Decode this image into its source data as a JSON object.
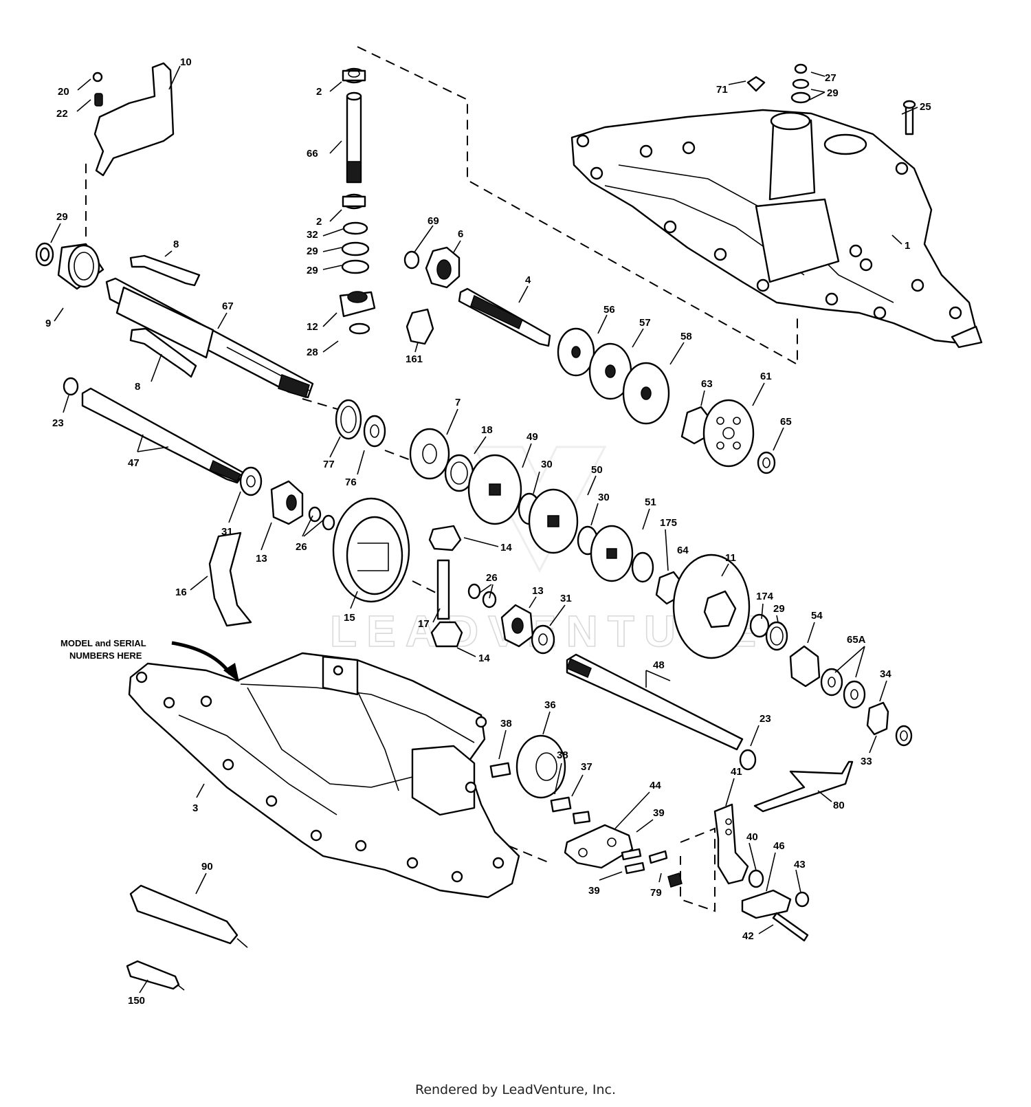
{
  "diagram": {
    "watermark": "LEADVENTURE",
    "note_line1": "MODEL and SERIAL",
    "note_line2": "NUMBERS HERE",
    "icons": [
      "watermark-logo-icon",
      "arrow-icon"
    ],
    "callouts": [
      "1",
      "2",
      "2",
      "3",
      "4",
      "6",
      "7",
      "8",
      "8",
      "9",
      "10",
      "11",
      "12",
      "13",
      "13",
      "14",
      "14",
      "15",
      "16",
      "17",
      "18",
      "20",
      "22",
      "23",
      "23",
      "25",
      "26",
      "26",
      "27",
      "28",
      "29",
      "29",
      "29",
      "29",
      "29",
      "30",
      "30",
      "31",
      "31",
      "32",
      "33",
      "34",
      "36",
      "37",
      "38",
      "38",
      "39",
      "39",
      "40",
      "41",
      "42",
      "43",
      "44",
      "46",
      "47",
      "48",
      "49",
      "50",
      "51",
      "54",
      "56",
      "57",
      "58",
      "61",
      "63",
      "64",
      "65",
      "65A",
      "66",
      "67",
      "69",
      "71",
      "76",
      "77",
      "79",
      "80",
      "90",
      "150",
      "161",
      "174",
      "175"
    ]
  },
  "footer": "Rendered by LeadVenture, Inc."
}
